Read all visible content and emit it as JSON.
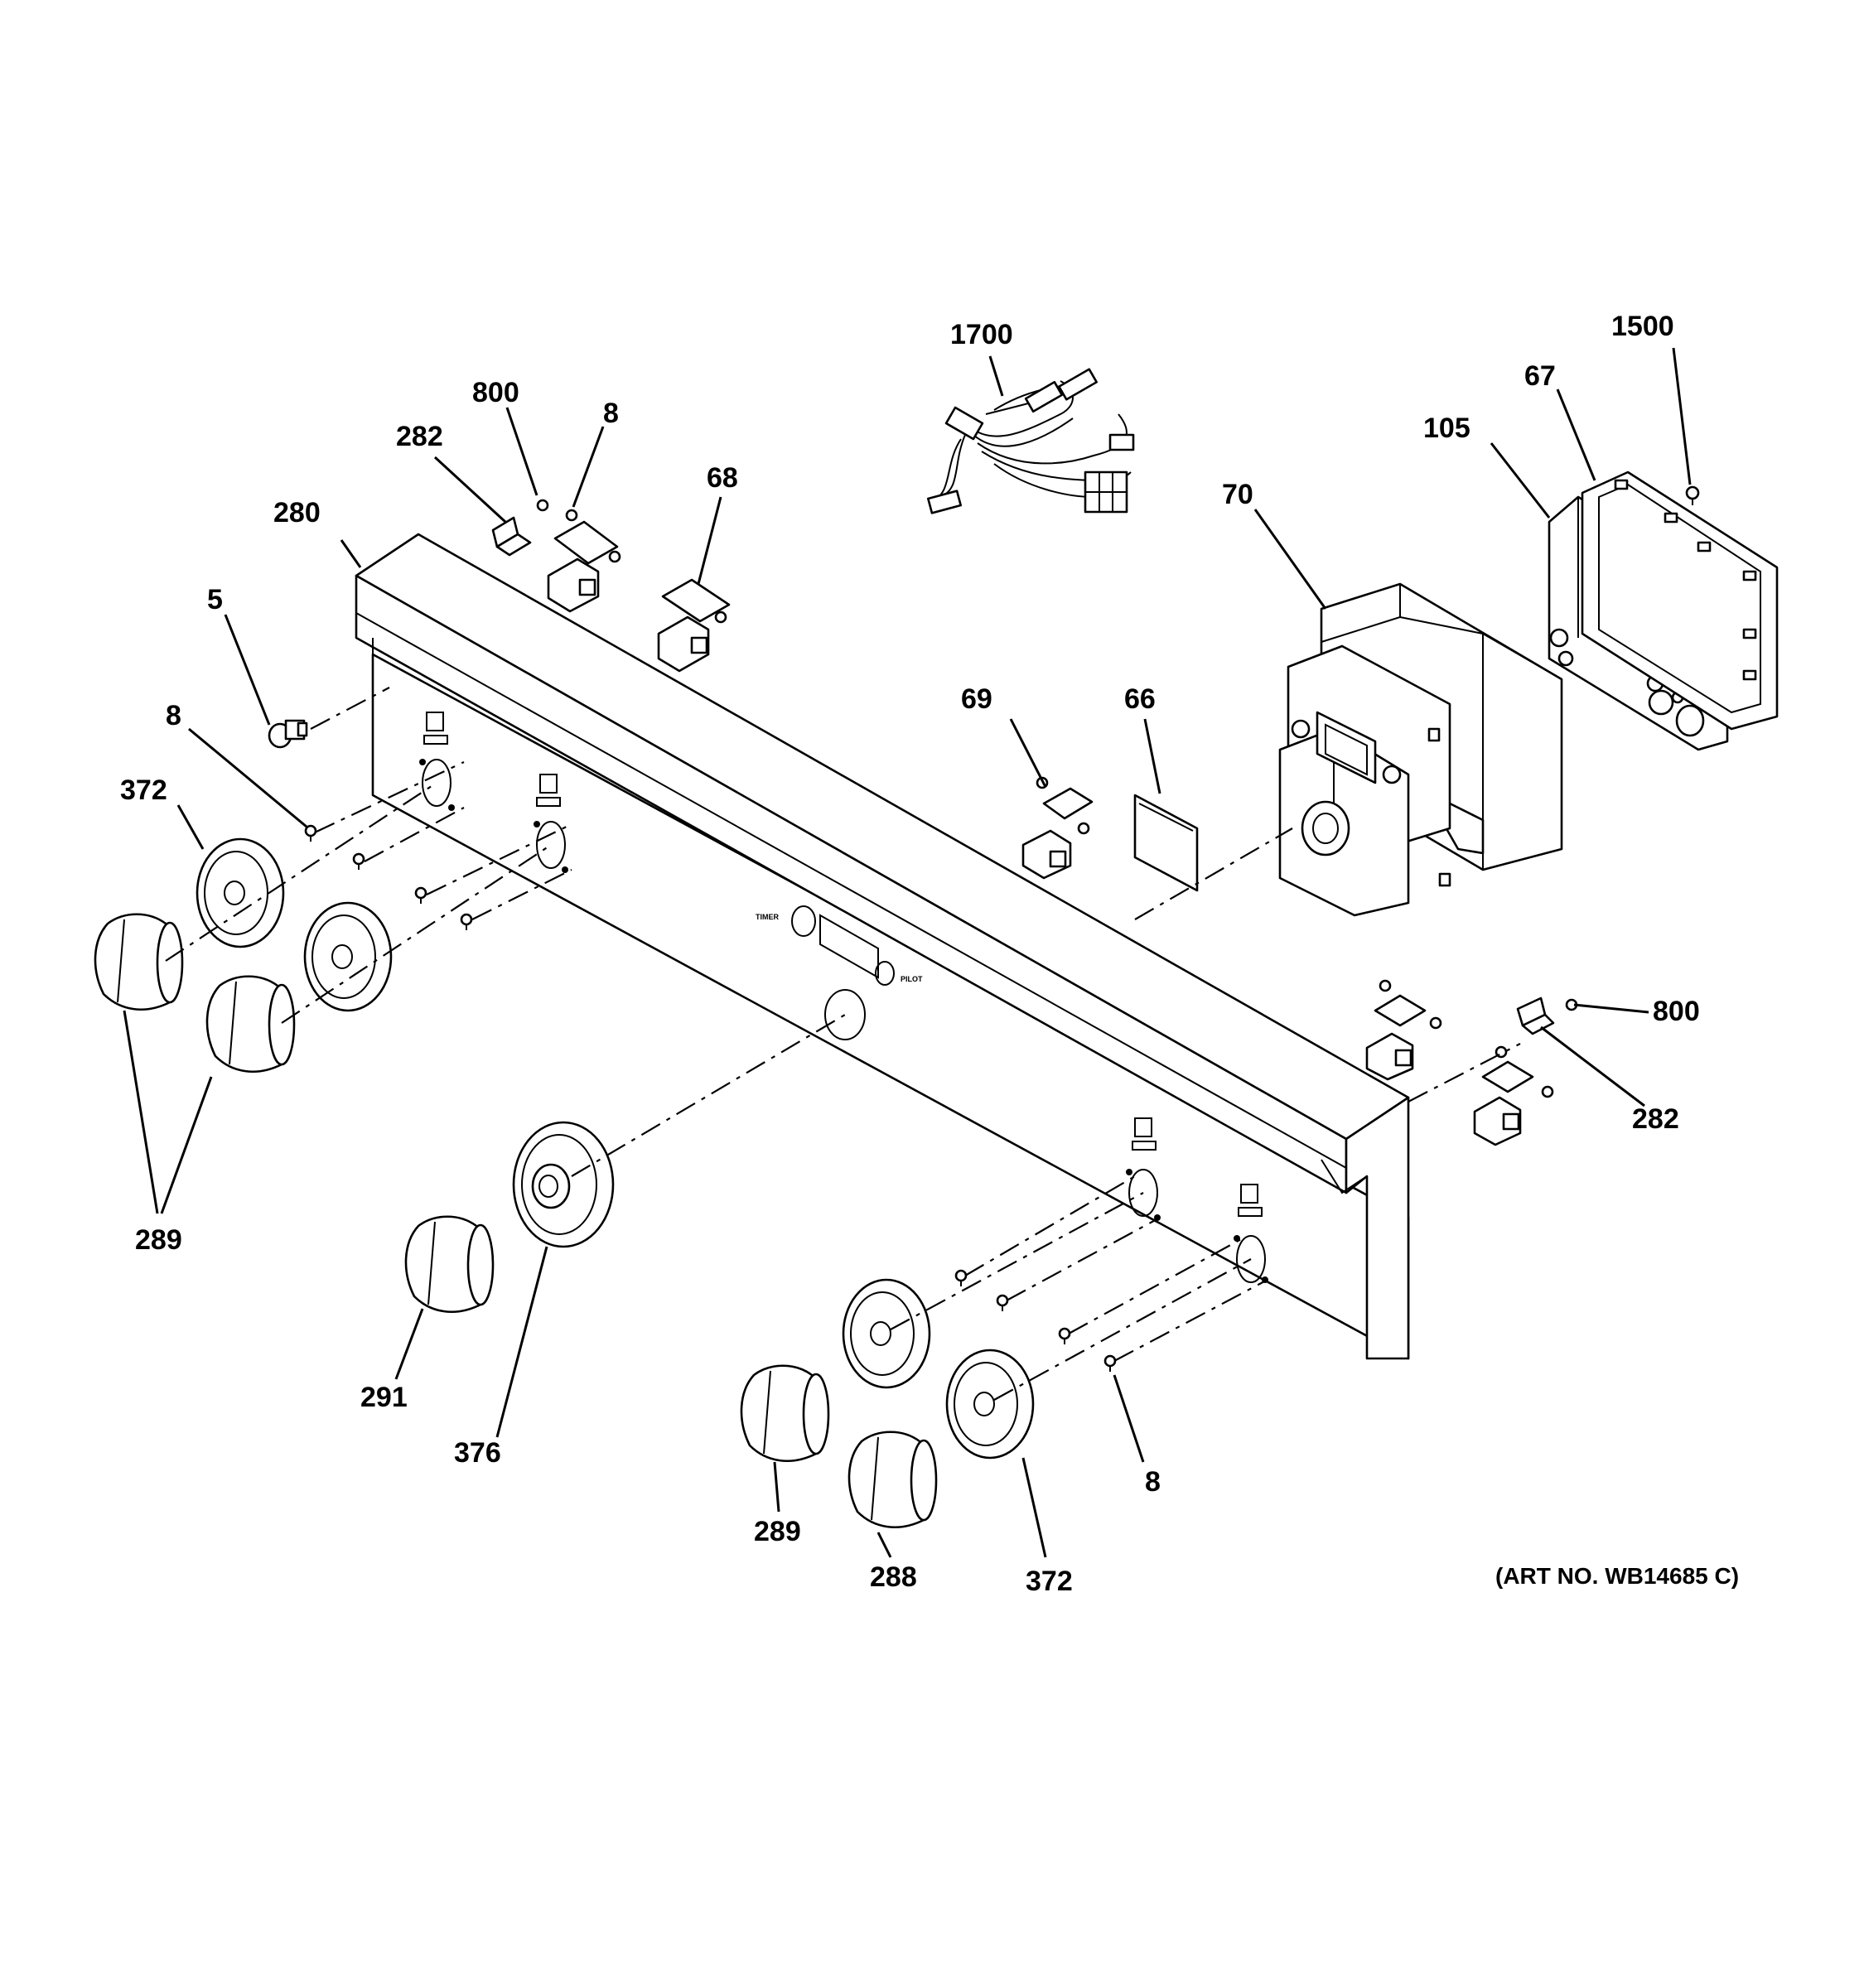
{
  "callouts": {
    "c1700": "1700",
    "c1500": "1500",
    "c67": "67",
    "c105": "105",
    "c70": "70",
    "c800_top": "800",
    "c8_top": "8",
    "c282_top": "282",
    "c68": "68",
    "c280": "280",
    "c5": "5",
    "c8_left": "8",
    "c372_left": "372",
    "c69": "69",
    "c66": "66",
    "c800_right": "800",
    "c282_right": "282",
    "c289_left": "289",
    "c291": "291",
    "c376": "376",
    "c8_bottom": "8",
    "c289_bottom": "289",
    "c288": "288",
    "c372_bottom": "372"
  },
  "art_number": "(ART NO. WB14685 C)",
  "panel_text": {
    "timer": "TIMER",
    "pilot": "PILOT"
  },
  "colors": {
    "line": "#000000",
    "background": "#ffffff"
  }
}
